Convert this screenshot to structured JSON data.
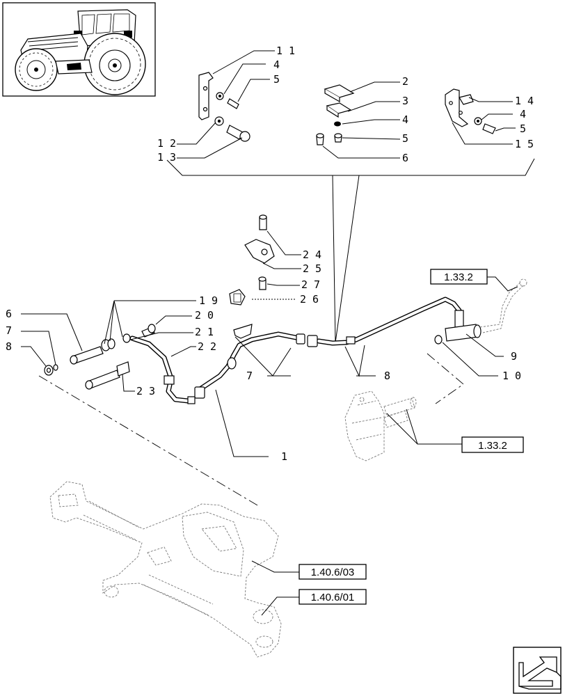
{
  "callouts": {
    "c1": "1",
    "c2": "2",
    "c3": "3",
    "c4a": "4",
    "c4b": "4",
    "c4c": "4",
    "c5a": "5",
    "c5b": "5",
    "c5c": "5",
    "c6a": "6",
    "c6b": "6",
    "c7a": "7",
    "c7b": "7",
    "c8a": "8",
    "c8b": "8",
    "c9": "9",
    "c10": "1 0",
    "c11": "1 1",
    "c12": "1 2",
    "c13": "1 3",
    "c14": "1 4",
    "c15": "1 5",
    "c19": "1 9",
    "c20": "2 0",
    "c21": "2 1",
    "c22": "2 2",
    "c23": "2 3",
    "c24": "2 4",
    "c25": "2 5",
    "c26": "2 6",
    "c27": "2 7"
  },
  "refs": {
    "r1": "1.33.2",
    "r2": "1.33.2",
    "r3": "1.40.6/03",
    "r4": "1.40.6/01"
  },
  "icons": {
    "thumbnail": "tractor-thumbnail-icon",
    "nav": "next-page-arrow-icon"
  }
}
